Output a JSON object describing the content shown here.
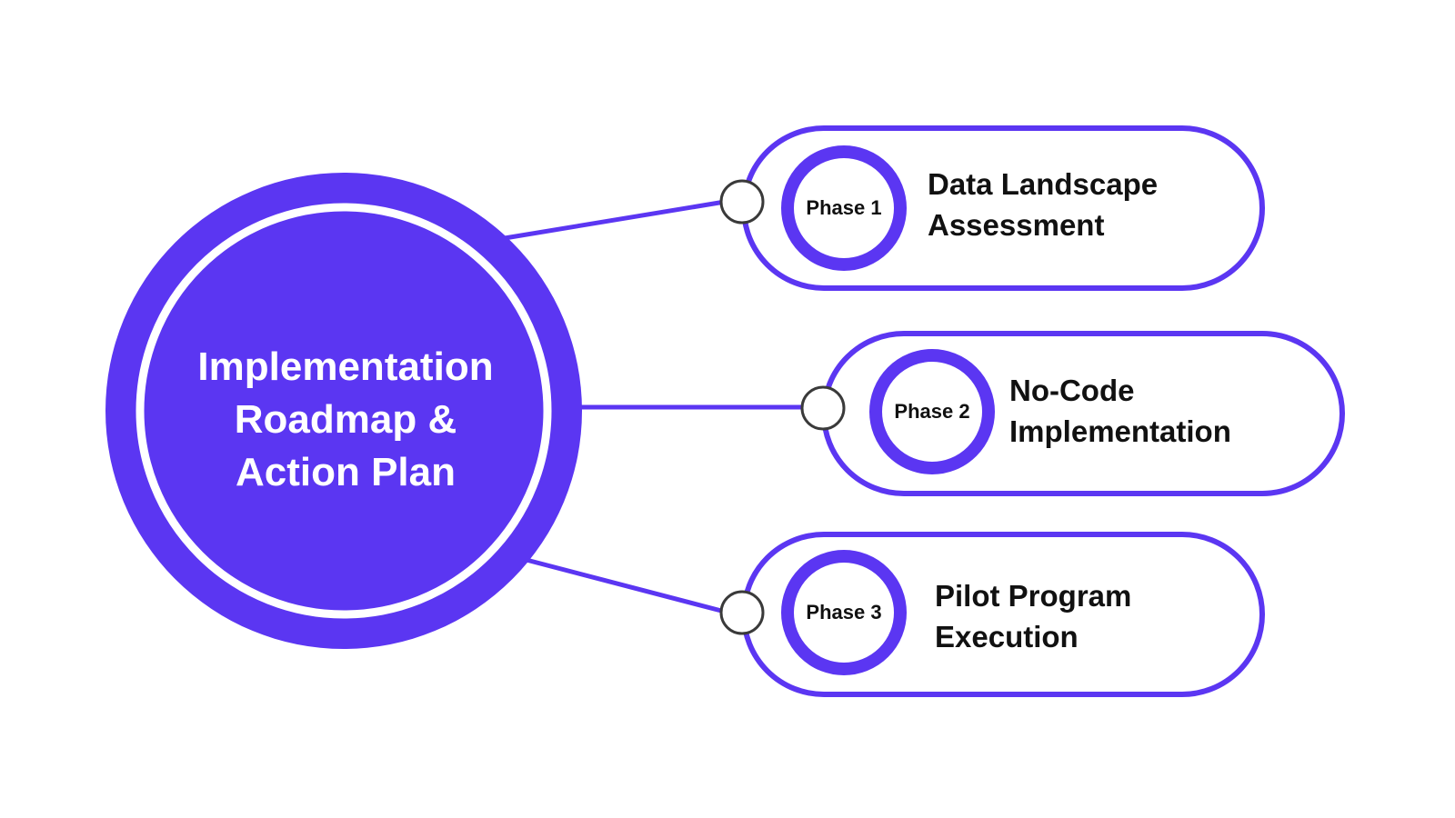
{
  "colors": {
    "primary": "#5B36F2",
    "connector_dot_stroke": "#3a3a3a",
    "background": "#ffffff",
    "text": "#111111",
    "center_text": "#ffffff"
  },
  "center": {
    "title_lines": [
      "Implementation",
      "Roadmap &",
      "Action Plan"
    ]
  },
  "phases": [
    {
      "label": "Phase 1",
      "title_lines": [
        "Data Landscape",
        "Assessment"
      ]
    },
    {
      "label": "Phase 2",
      "title_lines": [
        "No-Code",
        "Implementation"
      ]
    },
    {
      "label": "Phase 3",
      "title_lines": [
        "Pilot Program",
        "Execution"
      ]
    }
  ]
}
